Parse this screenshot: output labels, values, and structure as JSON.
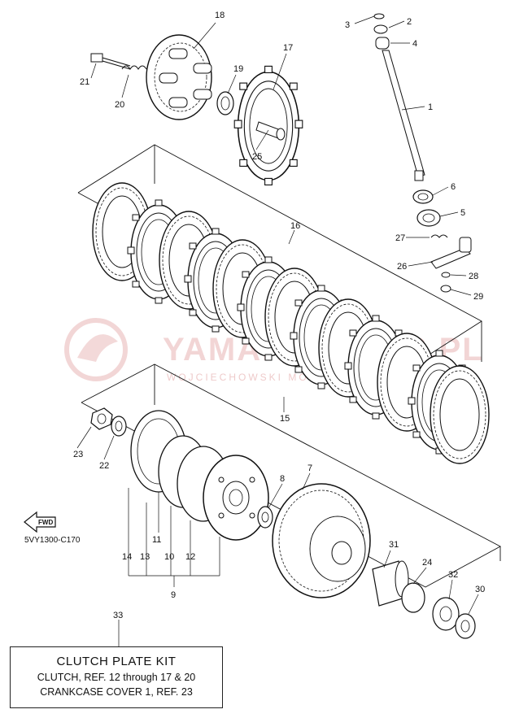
{
  "diagram": {
    "code": "5VY1300-C170",
    "fwd_label": "FWD",
    "watermark_main": "YAMAHAPARTS.PL",
    "watermark_sub": "WOJCIECHOWSKI MOTORSPORT",
    "callouts": {
      "c1": "1",
      "c2": "2",
      "c3": "3",
      "c4": "4",
      "c5": "5",
      "c6": "6",
      "c7": "7",
      "c8": "8",
      "c9": "9",
      "c10": "10",
      "c11": "11",
      "c12": "12",
      "c13": "13",
      "c14": "14",
      "c15": "15",
      "c16": "16",
      "c17": "17",
      "c18": "18",
      "c19": "19",
      "c20": "20",
      "c21": "21",
      "c22": "22",
      "c23": "23",
      "c24": "24",
      "c25": "25",
      "c26": "26",
      "c27": "27",
      "c28": "28",
      "c29": "29",
      "c30": "30",
      "c31": "31",
      "c32": "32",
      "c33": "33"
    }
  },
  "kit": {
    "title": "CLUTCH PLATE KIT",
    "line1": "CLUTCH, REF. 12 through 17 & 20",
    "line2": "CRANKCASE COVER 1, REF. 23"
  }
}
